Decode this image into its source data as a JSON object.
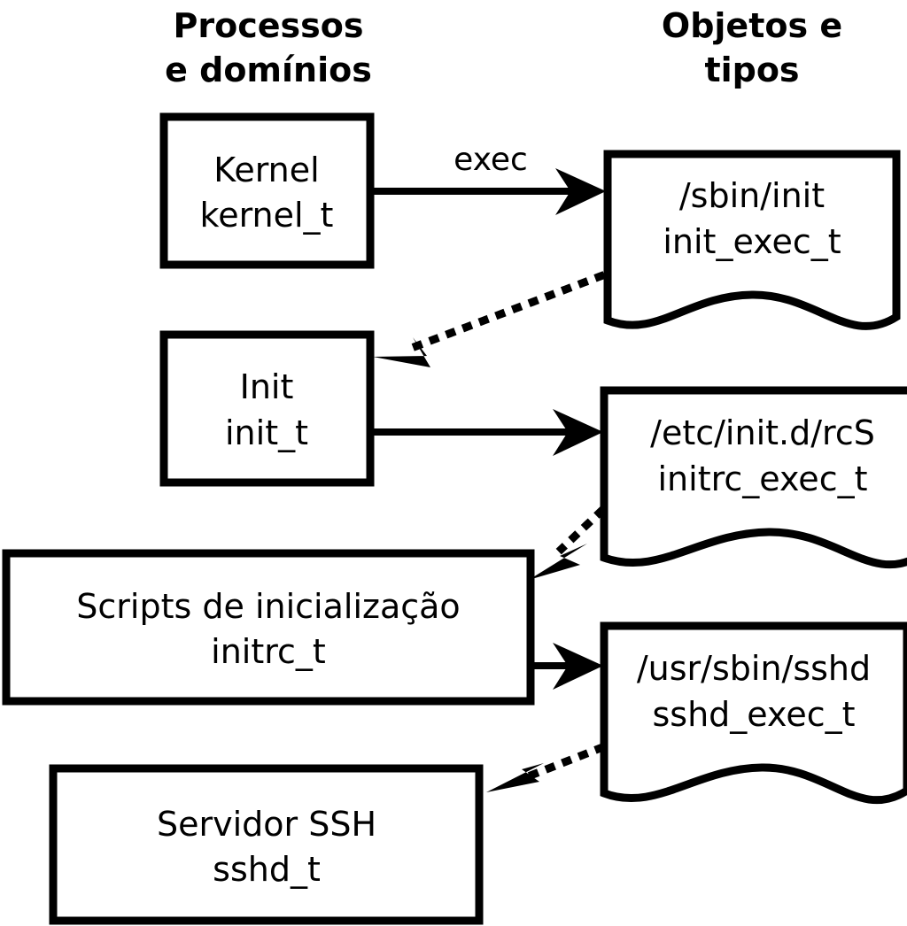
{
  "diagram": {
    "title_columns": [
      {
        "id": "processes",
        "line1": "Processos",
        "line2": "e domínios"
      },
      {
        "id": "objects",
        "line1": "Objetos e",
        "line2": "tipos"
      }
    ],
    "colors": {
      "background": "#ffffff",
      "stroke": "#000000",
      "fill": "#ffffff",
      "text": "#000000"
    },
    "process_nodes": [
      {
        "id": "kernel",
        "line1": "Kernel",
        "line2": "kernel_t"
      },
      {
        "id": "init",
        "line1": "Init",
        "line2": "init_t"
      },
      {
        "id": "initrc",
        "line1": "Scripts de inicialização",
        "line2": "initrc_t"
      },
      {
        "id": "sshd",
        "line1": "Servidor SSH",
        "line2": "sshd_t"
      }
    ],
    "object_nodes": [
      {
        "id": "init_exec",
        "line1": "/sbin/init",
        "line2": "init_exec_t"
      },
      {
        "id": "initrc_exec",
        "line1": "/etc/init.d/rcS",
        "line2": "initrc_exec_t"
      },
      {
        "id": "sshd_exec",
        "line1": "/usr/sbin/sshd",
        "line2": "sshd_exec_t"
      }
    ],
    "edges": [
      {
        "id": "kernel-to-init-exec",
        "label": "exec",
        "style": "solid",
        "from": "kernel",
        "to": "init_exec"
      },
      {
        "id": "init-exec-to-init",
        "label": "",
        "style": "dotted",
        "from": "init_exec",
        "to": "init"
      },
      {
        "id": "init-to-initrc-exec",
        "label": "",
        "style": "solid",
        "from": "init",
        "to": "initrc_exec"
      },
      {
        "id": "initrc-exec-to-initrc",
        "label": "",
        "style": "dotted",
        "from": "initrc_exec",
        "to": "initrc"
      },
      {
        "id": "initrc-to-sshd-exec",
        "label": "",
        "style": "solid",
        "from": "initrc",
        "to": "sshd_exec"
      },
      {
        "id": "sshd-exec-to-sshd",
        "label": "",
        "style": "dotted",
        "from": "sshd_exec",
        "to": "sshd"
      }
    ]
  }
}
